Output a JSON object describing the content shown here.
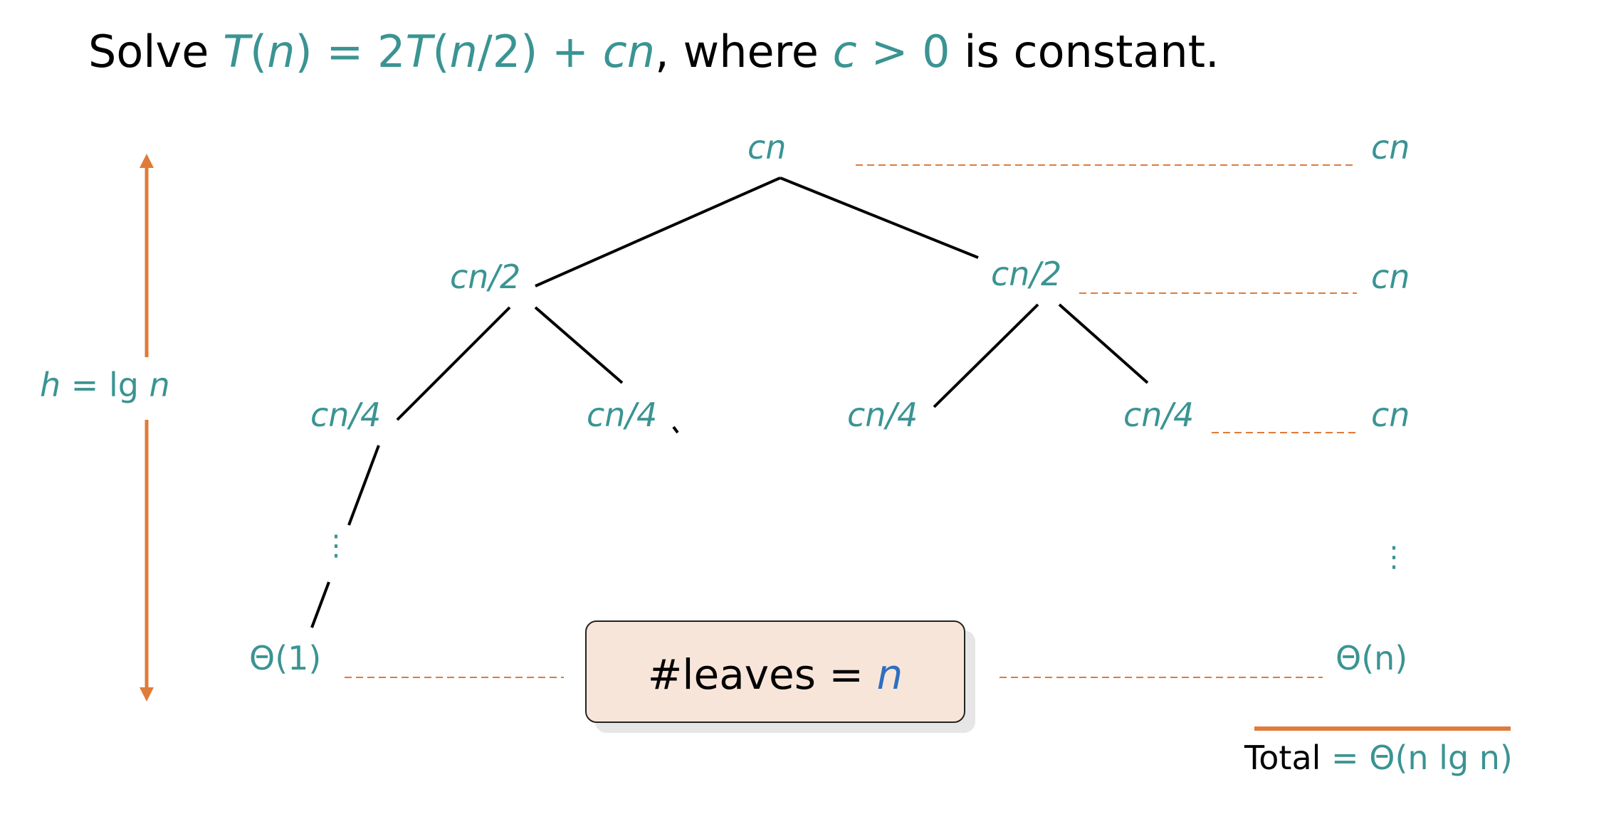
{
  "title": {
    "prefix": "Solve ",
    "T": "T",
    "paren1": "(",
    "n1": "n",
    "mid1": ") = 2",
    "T2": "T",
    "paren2": "(",
    "n2": "n",
    "mid2": "/2) + ",
    "cn": "cn",
    "comma": ", where ",
    "c": "c",
    "gt": " > 0",
    "suffix": " is constant."
  },
  "tree": {
    "root": "cn",
    "level1": [
      "cn/2",
      "cn/2"
    ],
    "level2": [
      "cn/4",
      "cn/4",
      "cn/4",
      "cn/4"
    ],
    "leaf": "Θ(1)",
    "dots": "⋮"
  },
  "row_sums": [
    "cn",
    "cn",
    "cn",
    "⋮",
    "Θ(n)"
  ],
  "height_label": {
    "h": "h",
    "eq": " = lg ",
    "n": "n"
  },
  "leaves_box": {
    "label": "#leaves = ",
    "n": "n"
  },
  "total": {
    "label": "Total",
    "eq": " = ",
    "value": "Θ(n lg n)"
  },
  "colors": {
    "teal": "#3a9493",
    "orange": "#e07b39",
    "box_fill": "#f8e5d9",
    "blue_n": "#2e6fbf"
  }
}
